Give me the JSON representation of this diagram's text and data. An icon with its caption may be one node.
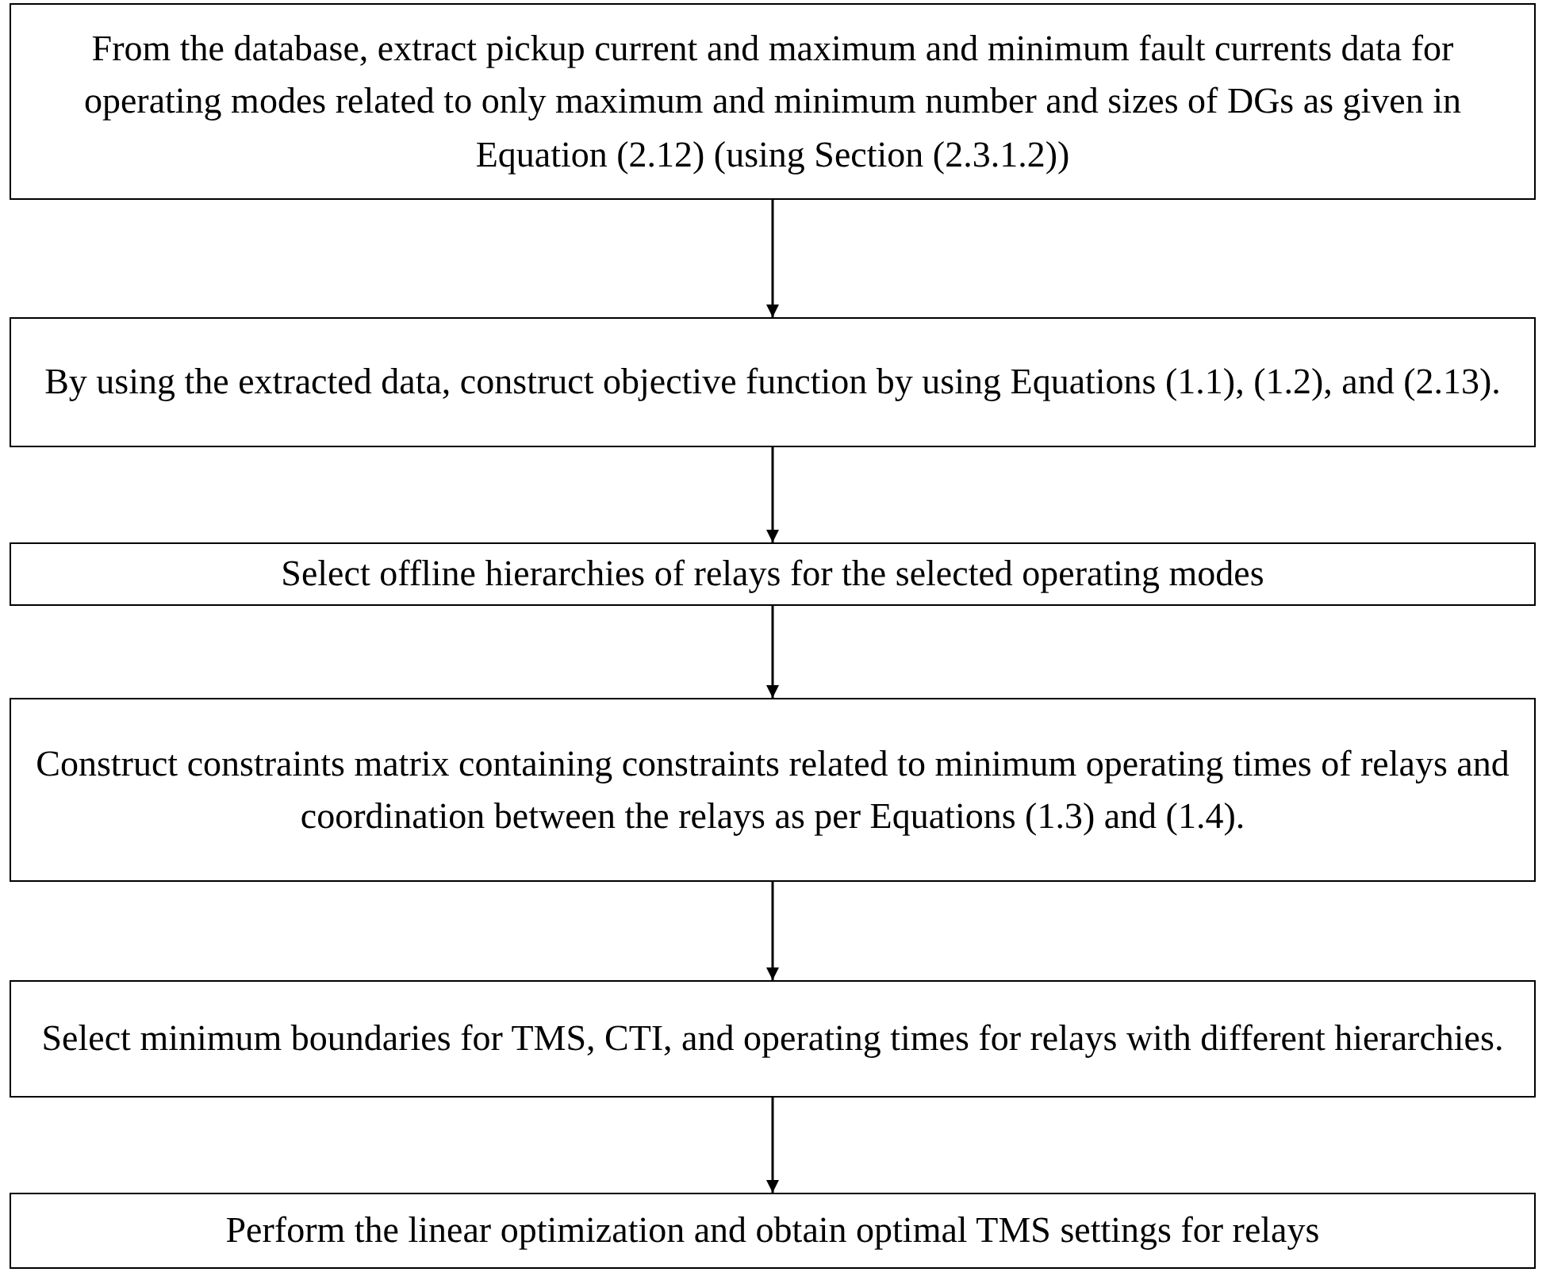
{
  "diagram": {
    "nodes": [
      {
        "text": [
          "From the database, extract pickup current and maximum and minimum fault currents data for operating modes related to only maximum and minimum number and sizes of DGs as given in Equation (2.12) (using Section (2.3.1.2))"
        ]
      },
      {
        "text": [
          "By using the extracted data, construct objective function by using Equations (1.1), (1.2), and (2.13)."
        ]
      },
      {
        "text": [
          "Select offline hierarchies of relays for the selected operating modes"
        ]
      },
      {
        "text": [
          "Construct constraints matrix containing constraints related to minimum operating times of relays and coordination between the relays as per Equations (1.3) and (1.4)."
        ]
      },
      {
        "text": [
          "Select minimum boundaries for TMS, CTI, and operating times for relays with different hierarchies."
        ]
      },
      {
        "text": [
          "Perform the linear optimization and obtain optimal TMS settings for relays"
        ]
      }
    ],
    "edges": [
      {
        "from": 0,
        "to": 1,
        "arrow": "to"
      },
      {
        "from": 1,
        "to": 2,
        "arrow": "to"
      },
      {
        "from": 2,
        "to": 3,
        "arrow": "to"
      },
      {
        "from": 3,
        "to": 4,
        "arrow": "to"
      },
      {
        "from": 4,
        "to": 5,
        "arrow": "to"
      }
    ]
  }
}
